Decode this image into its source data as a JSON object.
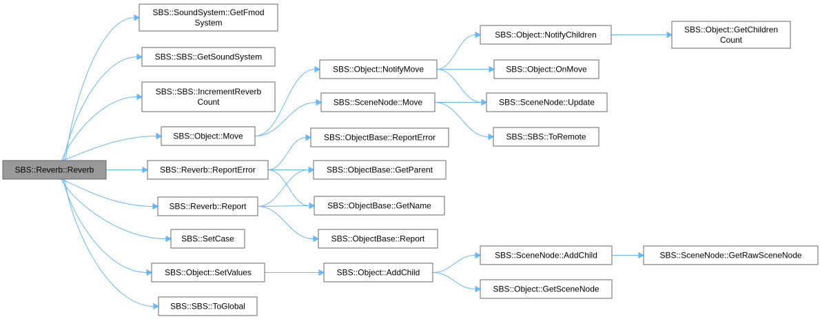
{
  "colors": {
    "edge": "#63b8ff",
    "node_border": "#666666",
    "root_fill": "#999999",
    "node_fill": "#ffffff"
  },
  "nodes": {
    "root": {
      "lines": [
        "SBS::Reverb::Reverb"
      ]
    },
    "getfmod": {
      "lines": [
        "SBS::SoundSystem::GetFmod",
        "System"
      ]
    },
    "getsound": {
      "lines": [
        "SBS::SBS::GetSoundSystem"
      ]
    },
    "incrrev": {
      "lines": [
        "SBS::SBS::IncrementReverb",
        "Count"
      ]
    },
    "objmove": {
      "lines": [
        "SBS::Object::Move"
      ]
    },
    "revreperr": {
      "lines": [
        "SBS::Reverb::ReportError"
      ]
    },
    "revreport": {
      "lines": [
        "SBS::Reverb::Report"
      ]
    },
    "setcase": {
      "lines": [
        "SBS::SetCase"
      ]
    },
    "setvalues": {
      "lines": [
        "SBS::Object::SetValues"
      ]
    },
    "toglobal": {
      "lines": [
        "SBS::SBS::ToGlobal"
      ]
    },
    "notifymove": {
      "lines": [
        "SBS::Object::NotifyMove"
      ]
    },
    "snmove": {
      "lines": [
        "SBS::SceneNode::Move"
      ]
    },
    "obreperr": {
      "lines": [
        "SBS::ObjectBase::ReportError"
      ]
    },
    "obparent": {
      "lines": [
        "SBS::ObjectBase::GetParent"
      ]
    },
    "obname": {
      "lines": [
        "SBS::ObjectBase::GetName"
      ]
    },
    "obreport": {
      "lines": [
        "SBS::ObjectBase::Report"
      ]
    },
    "addchild": {
      "lines": [
        "SBS::Object::AddChild"
      ]
    },
    "notifychild": {
      "lines": [
        "SBS::Object::NotifyChildren"
      ]
    },
    "onmove": {
      "lines": [
        "SBS::Object::OnMove"
      ]
    },
    "snupdate": {
      "lines": [
        "SBS::SceneNode::Update"
      ]
    },
    "toremote": {
      "lines": [
        "SBS::SBS::ToRemote"
      ]
    },
    "snaddchild": {
      "lines": [
        "SBS::SceneNode::AddChild"
      ]
    },
    "getscnode": {
      "lines": [
        "SBS::Object::GetSceneNode"
      ]
    },
    "getchcount": {
      "lines": [
        "SBS::Object::GetChildren",
        "Count"
      ]
    },
    "getrawsn": {
      "lines": [
        "SBS::SceneNode::GetRawSceneNode"
      ]
    }
  },
  "edges": [
    [
      "root",
      "getfmod"
    ],
    [
      "root",
      "getsound"
    ],
    [
      "root",
      "incrrev"
    ],
    [
      "root",
      "objmove"
    ],
    [
      "root",
      "revreperr"
    ],
    [
      "root",
      "revreport"
    ],
    [
      "root",
      "setcase"
    ],
    [
      "root",
      "setvalues"
    ],
    [
      "root",
      "toglobal"
    ],
    [
      "objmove",
      "notifymove"
    ],
    [
      "objmove",
      "snmove"
    ],
    [
      "notifymove",
      "notifychild"
    ],
    [
      "notifymove",
      "onmove"
    ],
    [
      "notifymove",
      "snupdate"
    ],
    [
      "notifychild",
      "getchcount"
    ],
    [
      "snmove",
      "snupdate"
    ],
    [
      "snmove",
      "toremote"
    ],
    [
      "revreperr",
      "obreperr"
    ],
    [
      "revreperr",
      "obparent"
    ],
    [
      "revreperr",
      "obname"
    ],
    [
      "revreport",
      "obparent"
    ],
    [
      "revreport",
      "obname"
    ],
    [
      "revreport",
      "obreport"
    ],
    [
      "setvalues",
      "addchild"
    ],
    [
      "addchild",
      "snaddchild"
    ],
    [
      "addchild",
      "getscnode"
    ],
    [
      "snaddchild",
      "getrawsn"
    ]
  ]
}
